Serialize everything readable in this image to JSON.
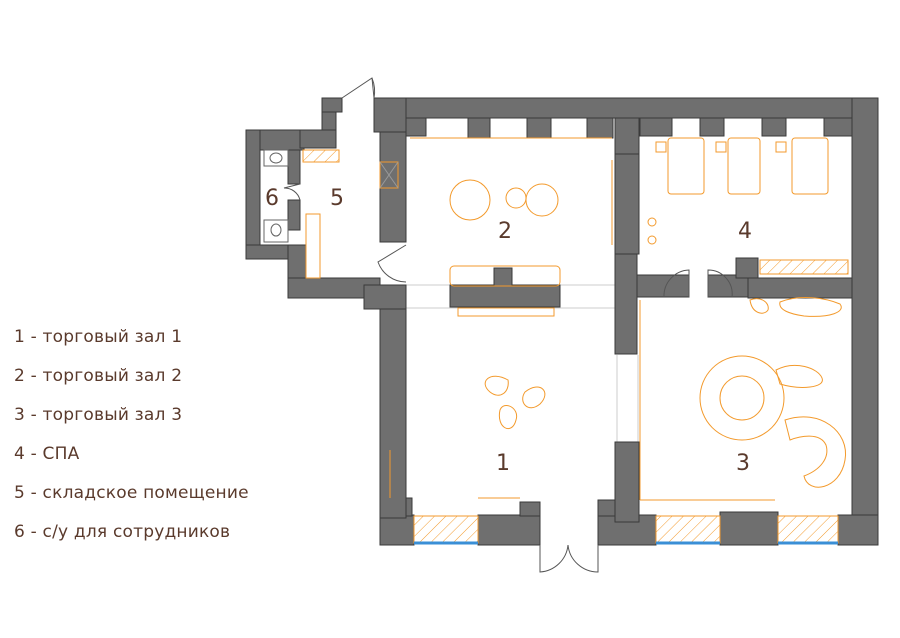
{
  "legend": [
    {
      "number": "1",
      "text": "1 - торговый зал 1"
    },
    {
      "number": "2",
      "text": "2 - торговый зал 2"
    },
    {
      "number": "3",
      "text": "3 - торговый зал 3"
    },
    {
      "number": "4",
      "text": "4 - СПА"
    },
    {
      "number": "5",
      "text": "5 - складское помещение"
    },
    {
      "number": "6",
      "text": "6 - с/у для сотрудников"
    }
  ],
  "rooms": {
    "r1": "1",
    "r2": "2",
    "r3": "3",
    "r4": "4",
    "r5": "5",
    "r6": "6"
  },
  "colors": {
    "wall": "#6f6f6f",
    "wall_stroke": "#3a3a3a",
    "furniture": "#f39a2c",
    "text": "#5a3a2c",
    "window": "#3a8fd6"
  }
}
